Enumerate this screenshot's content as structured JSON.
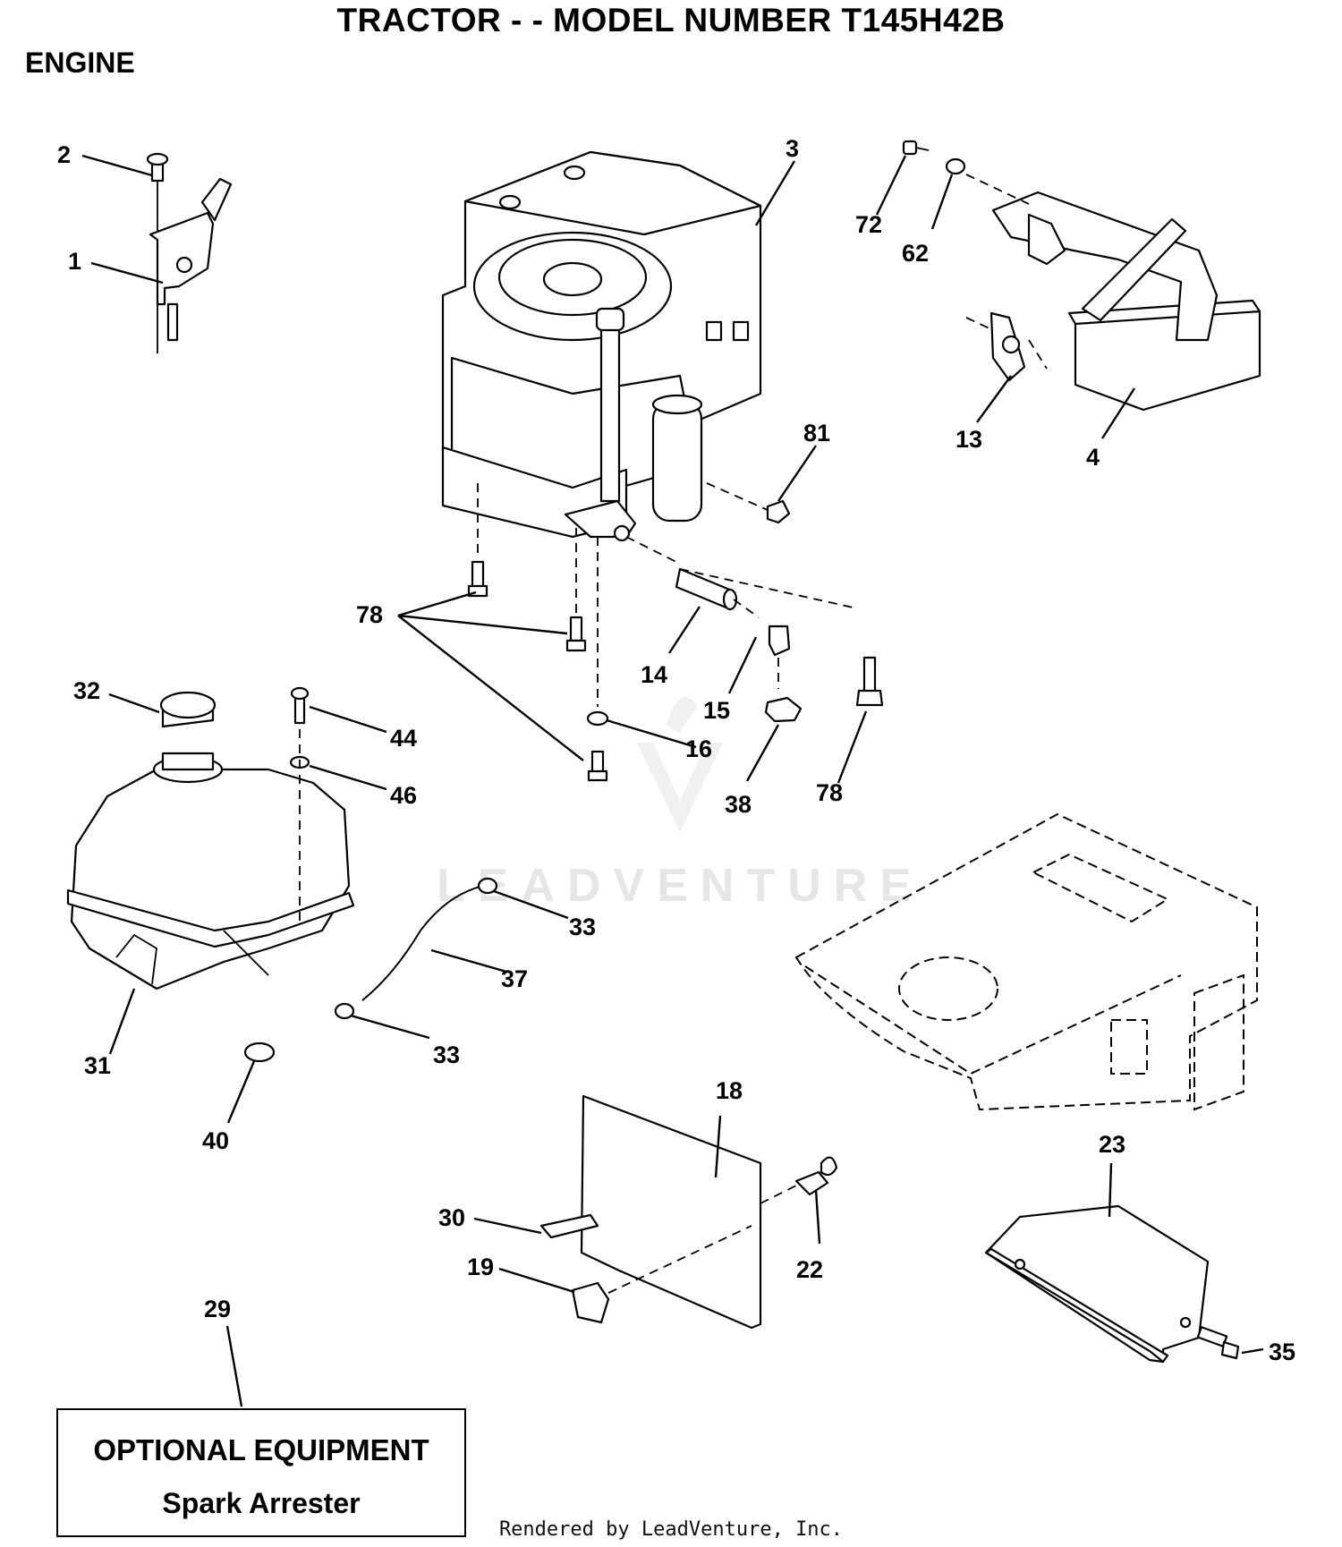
{
  "title": "TRACTOR - - MODEL NUMBER T145H42B",
  "section": "ENGINE",
  "watermark": "LEADVENTURE",
  "callouts": [
    "1",
    "2",
    "3",
    "4",
    "13",
    "14",
    "15",
    "16",
    "18",
    "19",
    "22",
    "23",
    "29",
    "30",
    "31",
    "32",
    "33",
    "33",
    "35",
    "37",
    "38",
    "40",
    "44",
    "46",
    "62",
    "72",
    "78",
    "78",
    "81"
  ],
  "optional_box": {
    "title": "OPTIONAL EQUIPMENT",
    "item": "Spark Arrester"
  },
  "footer": "Rendered by LeadVenture, Inc."
}
